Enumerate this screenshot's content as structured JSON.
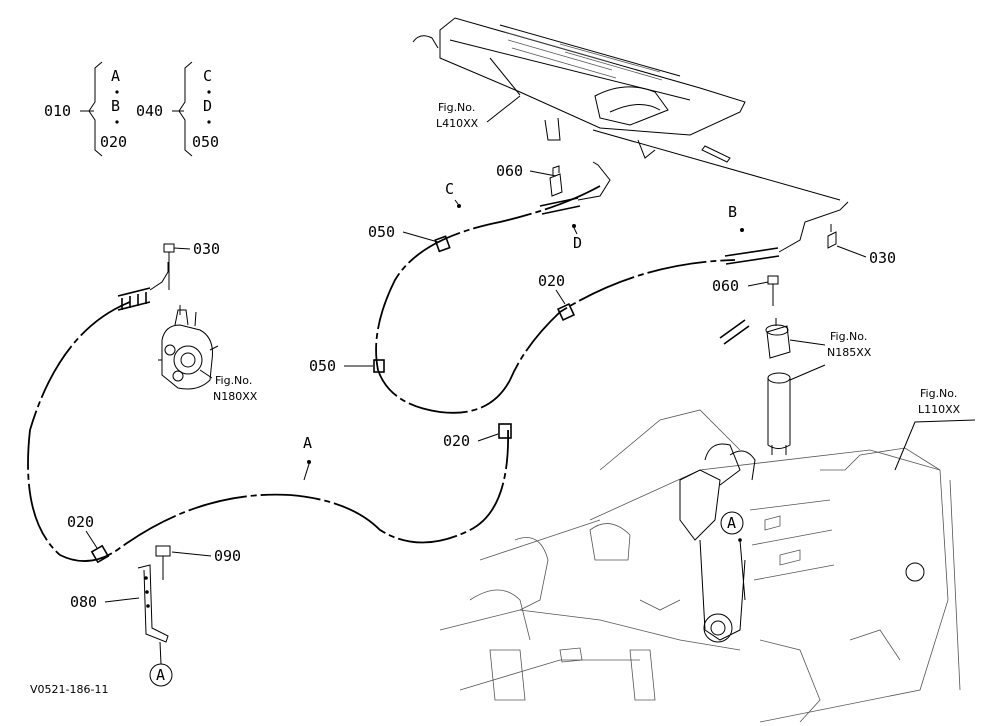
{
  "key_table": {
    "part_010": "010",
    "part_020": "020",
    "part_040": "040",
    "part_050": "050",
    "letter_a": "A",
    "letter_b": "B",
    "letter_c": "C",
    "letter_d": "D"
  },
  "refs": {
    "fig_l410": [
      "Fig.No.",
      "L410XX"
    ],
    "fig_n180": [
      "Fig.No.",
      "N180XX"
    ],
    "fig_n185": [
      "Fig.No.",
      "N185XX"
    ],
    "fig_l110": [
      "Fig.No.",
      "L110XX"
    ]
  },
  "callouts": {
    "p060_top": "060",
    "letter_c": "C",
    "letter_b": "B",
    "letter_d": "D",
    "p050_top": "050",
    "p030_right": "030",
    "p020_mid": "020",
    "p060_mid": "060",
    "p030_left": "030",
    "p050_left": "050",
    "p020_lower": "020",
    "letter_a_hose": "A",
    "p020_left": "020",
    "p090": "090",
    "p080": "080",
    "circle_a_frame": "A",
    "circle_a_bracket": "A"
  },
  "drawing_code": "V0521-186-11"
}
